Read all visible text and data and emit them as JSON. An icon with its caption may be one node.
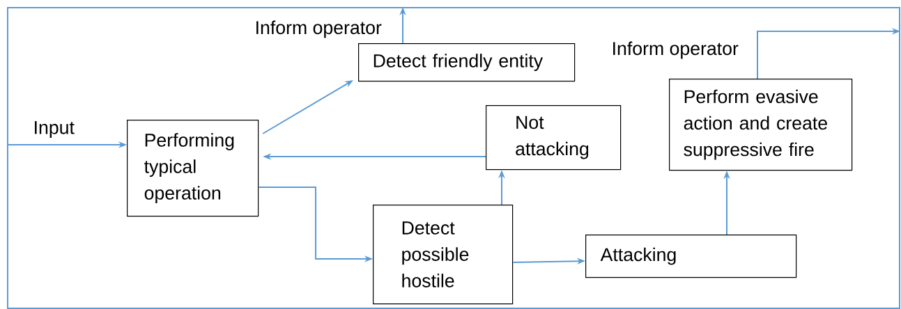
{
  "diagram": {
    "nodes": [
      {
        "text": [],
        "shape": "box"
      },
      {
        "text": [
          "Performing typical operation"
        ],
        "in": 0
      },
      {
        "text": [
          "Detect friendly entity"
        ],
        "in": 0
      },
      {
        "text": [
          "Not attacking"
        ],
        "in": 0
      },
      {
        "text": [
          "Detect possible hostile"
        ],
        "in": 0
      },
      {
        "text": [
          "Attacking"
        ],
        "in": 0
      },
      {
        "text": [
          "Perform evasive action and create suppressive fire"
        ],
        "in": 0
      }
    ],
    "edges": [
      {
        "from": 0,
        "to": 1,
        "arrow": "to",
        "label": "Input"
      },
      {
        "from": 1,
        "to": 2,
        "arrow": "to"
      },
      {
        "from": 3,
        "to": 1,
        "arrow": "to"
      },
      {
        "from": 1,
        "to": 4,
        "arrow": "to"
      },
      {
        "from": 4,
        "to": 3,
        "arrow": "to"
      },
      {
        "from": 4,
        "to": 5,
        "arrow": "to"
      },
      {
        "from": 5,
        "to": 6,
        "arrow": "to"
      },
      {
        "from": 2,
        "to": 0,
        "arrow": "to",
        "label": "Inform operator"
      },
      {
        "from": 6,
        "to": 0,
        "arrow": "to",
        "label": "Inform operator"
      }
    ]
  }
}
